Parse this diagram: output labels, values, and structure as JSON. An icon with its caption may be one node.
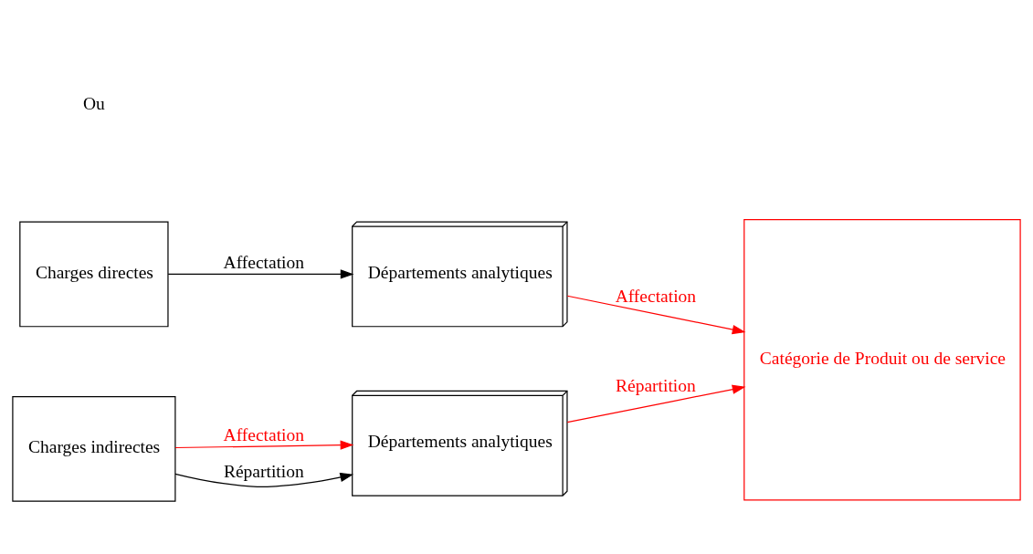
{
  "diagram": {
    "nodes": [
      {
        "text": [
          "Charges directes"
        ]
      },
      {
        "text": [
          "Départements analytiques"
        ]
      },
      {
        "text": [
          "Catégorie de Produit ou de service"
        ]
      },
      {
        "text": [
          "Charges indirectes"
        ]
      },
      {
        "text": [
          "Départements analytiques"
        ]
      }
    ],
    "edges": [
      {
        "from": 0,
        "to": 1,
        "arrow": "to",
        "label": "Affectation",
        "color": "#000000"
      },
      {
        "from": 1,
        "to": 2,
        "arrow": "to",
        "label": "Affectation",
        "color": "#ff0000"
      },
      {
        "from": 3,
        "to": 4,
        "arrow": "to",
        "label": "Affectation",
        "color": "#ff0000"
      },
      {
        "from": 3,
        "to": 4,
        "arrow": "to",
        "label": "Répartition",
        "color": "#000000"
      },
      {
        "from": 4,
        "to": 2,
        "arrow": "to",
        "label": "Répartition",
        "color": "#ff0000"
      }
    ],
    "labels": [
      "Ou"
    ]
  }
}
